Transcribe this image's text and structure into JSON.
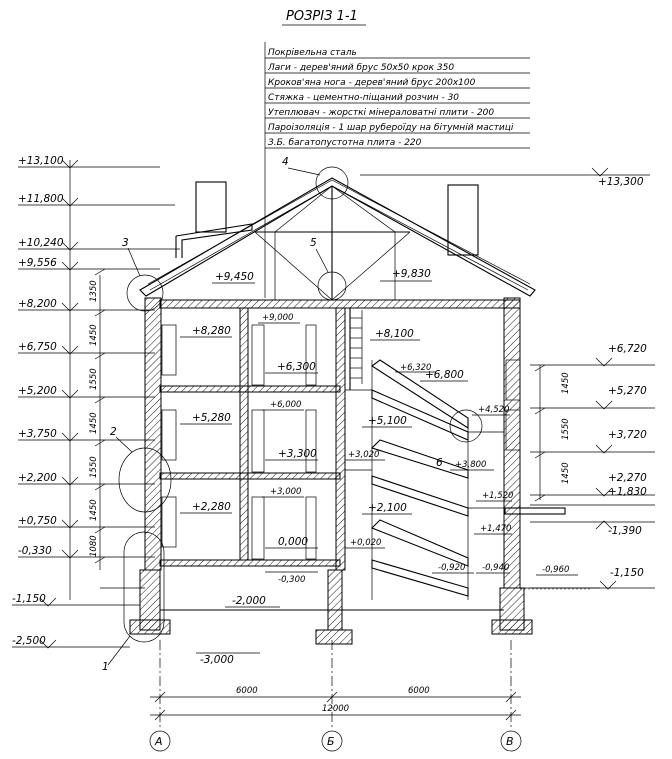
{
  "title": "РОЗРІЗ 1-1",
  "roof_layers": [
    "Покрівельна сталь",
    "Лаги - дерев'яний брус 50х50 крок 350",
    "Кроков'яна нога - дерев'яний брус 200х100",
    "Стяжка - цементно-піщаний розчин - 30",
    "Утеплювач - жорсткі мінераловатні плити - 200",
    "Пароізоляція - 1 шар рубероїду на бітумній мастиці",
    "З.Б. багатопустотна плита - 220"
  ],
  "left_levels": [
    "+13,100",
    "+11,800",
    "+10,240",
    "+9,556",
    "+8,200",
    "+6,750",
    "+5,200",
    "+3,750",
    "+2,200",
    "+0,750",
    "-0,330",
    "-1,150",
    "-2,500"
  ],
  "left_dims": [
    "1350",
    "1450",
    "1550",
    "1450",
    "1550",
    "1450",
    "1080"
  ],
  "right_levels": [
    "+13,300",
    "+6,720",
    "+5,270",
    "+3,720",
    "+2,270",
    "+1,830",
    "-1,390",
    "-1,150"
  ],
  "right_dims": [
    "1450",
    "1550",
    "1450"
  ],
  "inner_levels": [
    "+9,450",
    "+9,830",
    "+9,000",
    "+8,280",
    "+8,100",
    "+6,300",
    "+6,320",
    "+6,800",
    "+6,000",
    "+5,280",
    "+5,100",
    "+4,520",
    "+3,300",
    "+3,020",
    "+3,800",
    "+3,000",
    "+2,280",
    "+2,100",
    "+1,520",
    "+1,470",
    "0,000",
    "+0,020",
    "-0,300",
    "-0,920",
    "-0,940",
    "-0,960",
    "-2,000",
    "-3,000"
  ],
  "callouts": [
    "1",
    "2",
    "3",
    "4",
    "5",
    "6"
  ],
  "bottom_dims": [
    "6000",
    "6000",
    "12000"
  ],
  "axes": [
    "А",
    "Б",
    "В"
  ]
}
